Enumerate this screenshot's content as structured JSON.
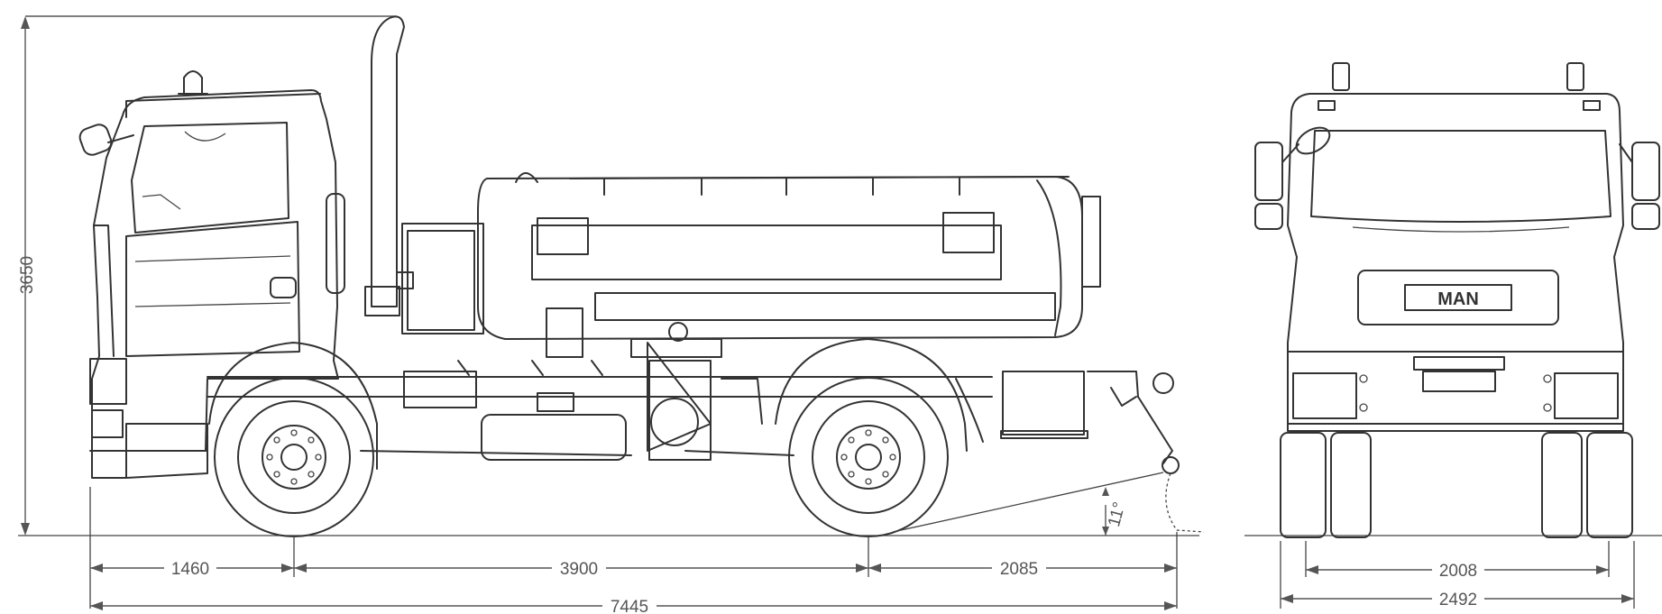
{
  "dimensions": {
    "height": "3650",
    "front_overhang": "1460",
    "wheelbase": "3900",
    "rear_overhang": "2085",
    "overall_length": "7445",
    "track_width": "2008",
    "overall_width": "2492",
    "departure_angle": "11°"
  },
  "front_view": {
    "grille_logo": "MAN"
  },
  "colors": {
    "line": "#333333",
    "dimension": "#555555",
    "background": "#ffffff"
  }
}
